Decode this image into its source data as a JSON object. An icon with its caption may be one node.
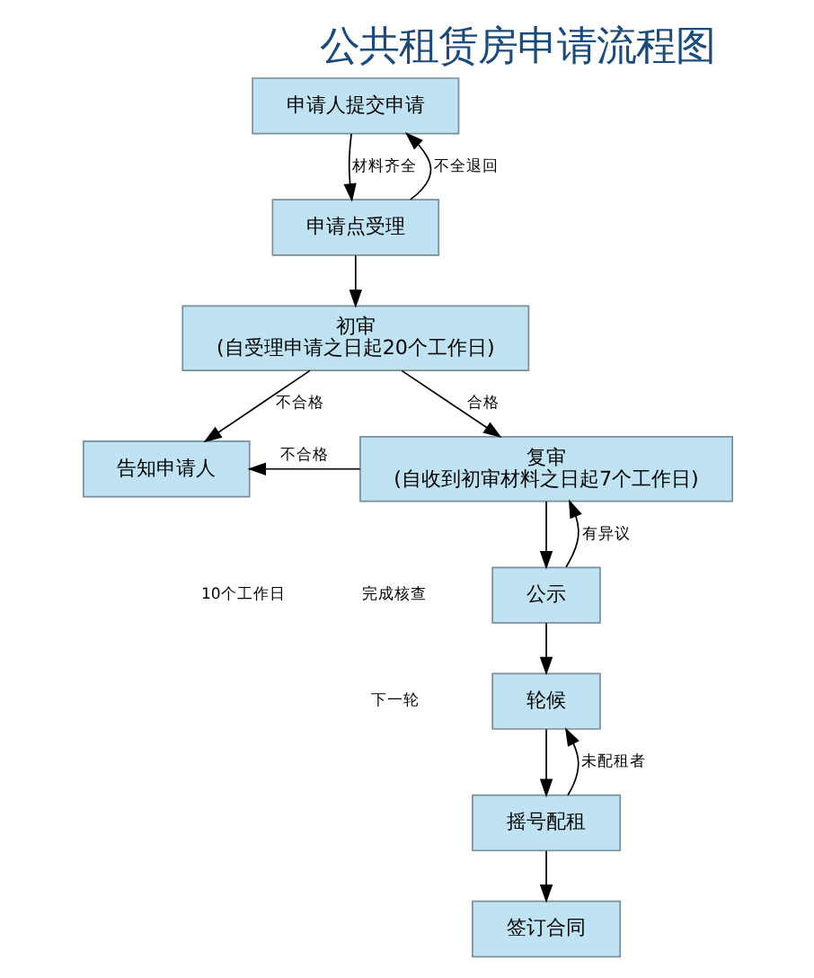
{
  "diagram": {
    "title": "公共租赁房申请流程图",
    "nodes": [
      {
        "text": [
          "申请人提交申请"
        ]
      },
      {
        "text": [
          "申请点受理"
        ]
      },
      {
        "text": [
          "初审",
          "(自受理申请之日起20个工作日)"
        ]
      },
      {
        "text": [
          "告知申请人"
        ]
      },
      {
        "text": [
          "复审",
          "(自收到初审材料之日起7个工作日)"
        ]
      },
      {
        "text": [
          "公示"
        ]
      },
      {
        "text": [
          "轮候"
        ]
      },
      {
        "text": [
          "摇号配租"
        ]
      },
      {
        "text": [
          "签订合同"
        ]
      }
    ],
    "edges": [
      {
        "from": 0,
        "to": 1,
        "arrow": "to",
        "label": "材料齐全"
      },
      {
        "from": 1,
        "to": 0,
        "arrow": "to",
        "label": "不全退回"
      },
      {
        "from": 1,
        "to": 2,
        "arrow": "to"
      },
      {
        "from": 2,
        "to": 3,
        "arrow": "to",
        "label": "不合格"
      },
      {
        "from": 2,
        "to": 4,
        "arrow": "to",
        "label": "合格"
      },
      {
        "from": 4,
        "to": 3,
        "arrow": "to",
        "label": "不合格"
      },
      {
        "from": 5,
        "to": 4,
        "arrow": "to",
        "label": "有异议"
      },
      {
        "from": 4,
        "to": 5,
        "arrow": "to"
      },
      {
        "from": 5,
        "to": 6,
        "arrow": "to"
      },
      {
        "from": 6,
        "to": 7,
        "arrow": "to"
      },
      {
        "from": 7,
        "to": 6,
        "arrow": "to",
        "label": "未配租者"
      },
      {
        "from": 7,
        "to": 8,
        "arrow": "to"
      }
    ],
    "labels": [
      "10个工作日",
      "完成核查",
      "下一轮"
    ]
  }
}
